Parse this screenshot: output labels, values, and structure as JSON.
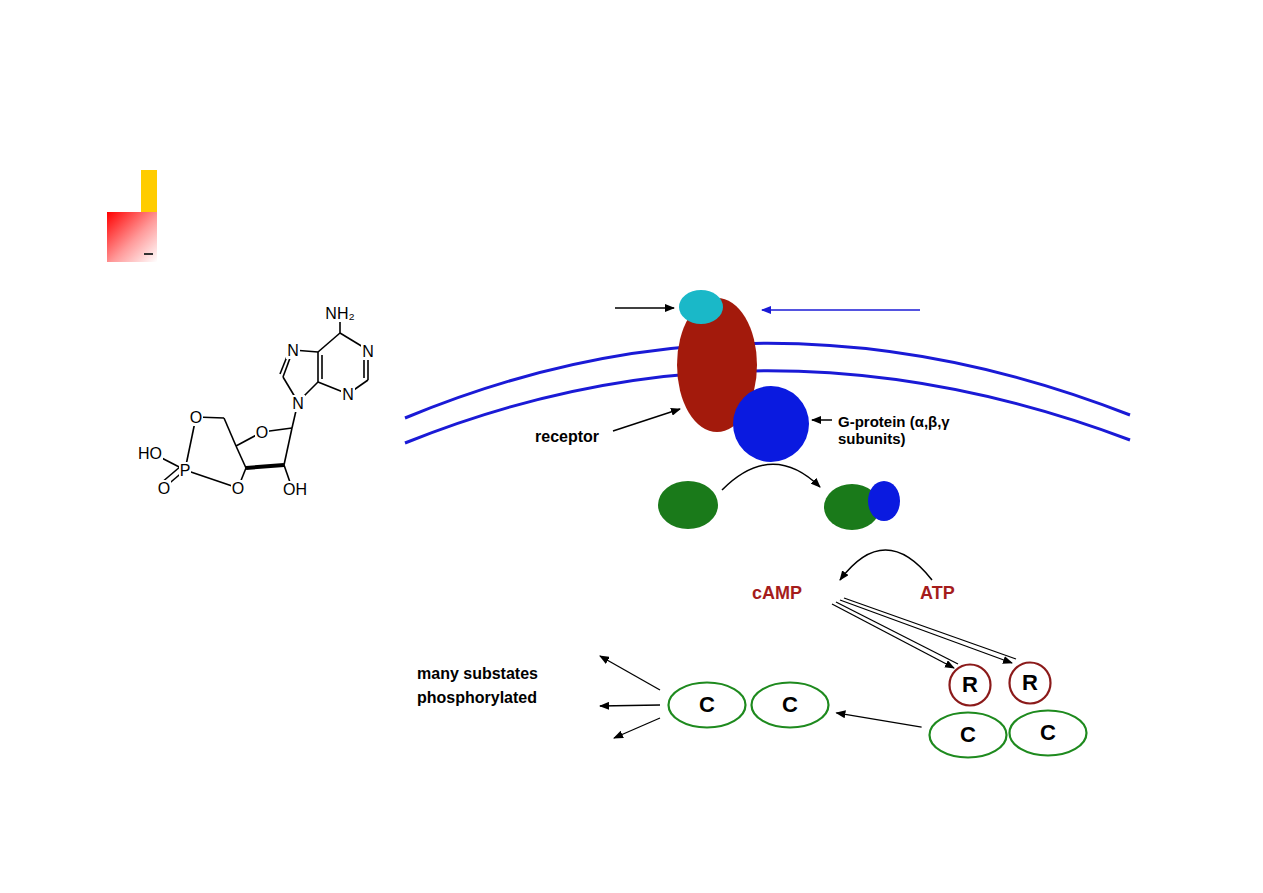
{
  "diagram": {
    "nodes": [
      {
        "text": [
          "R"
        ]
      },
      {
        "text": [
          "R"
        ]
      },
      {
        "text": [
          "C"
        ]
      },
      {
        "text": [
          "C"
        ]
      },
      {
        "text": [
          "C"
        ]
      },
      {
        "text": [
          "C"
        ]
      }
    ],
    "edges": [
      {
        "from": 4,
        "to": 3,
        "arrow": "to"
      }
    ],
    "labels": [
      "NH₂",
      "N",
      "N",
      "N",
      "N",
      "O",
      "O",
      "O",
      "O",
      "HO",
      "P",
      "OH",
      "receptor",
      "G-protein (α,β,γ subunits)",
      "cAMP",
      "ATP",
      "many substates phosphorylated"
    ]
  }
}
